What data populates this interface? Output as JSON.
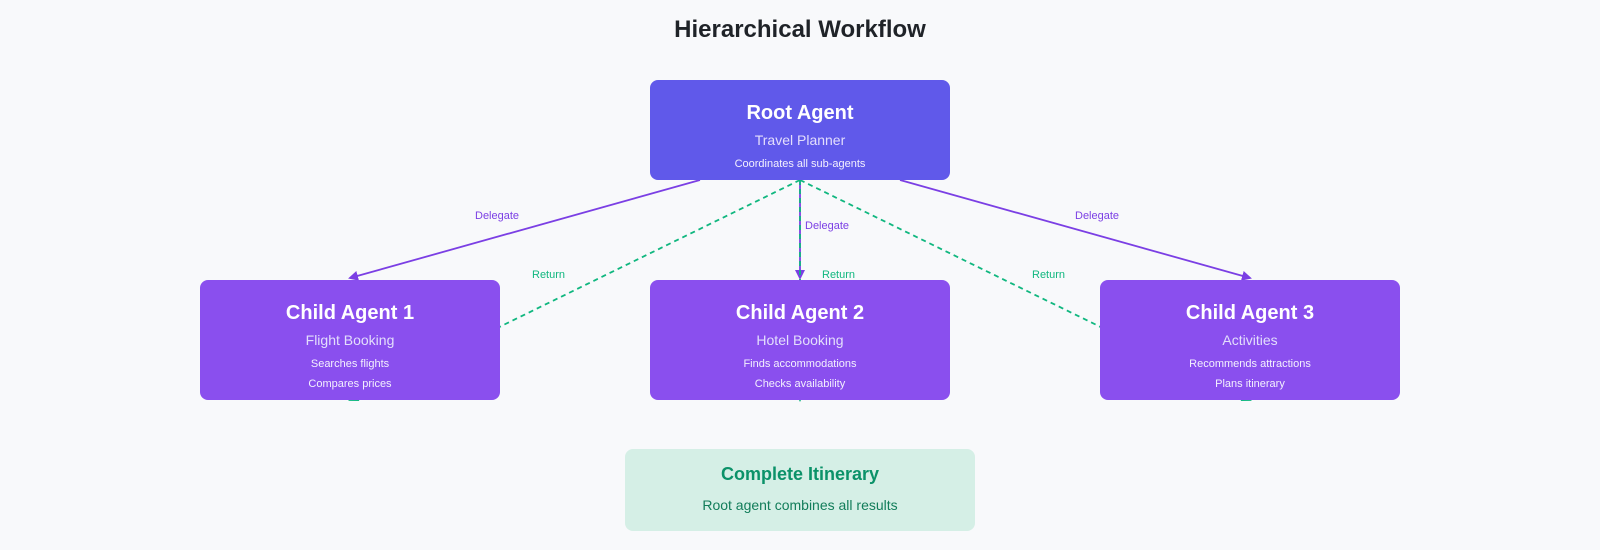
{
  "title": "Hierarchical Workflow",
  "root": {
    "name": "Root Agent",
    "role": "Travel Planner",
    "description": "Coordinates all sub-agents"
  },
  "children": [
    {
      "name": "Child Agent 1",
      "role": "Flight Booking",
      "tasks": [
        "Searches flights",
        "Compares prices"
      ]
    },
    {
      "name": "Child Agent 2",
      "role": "Hotel Booking",
      "tasks": [
        "Finds accommodations",
        "Checks availability"
      ]
    },
    {
      "name": "Child Agent 3",
      "role": "Activities",
      "tasks": [
        "Recommends attractions",
        "Plans itinerary"
      ]
    }
  ],
  "edges": {
    "delegate_label": "Delegate",
    "return_label": "Return"
  },
  "result": {
    "title": "Complete Itinerary",
    "subtitle": "Root agent combines all results"
  },
  "colors": {
    "root": "#6059ea",
    "child": "#8a4fee",
    "delegate": "#7b3fe4",
    "return": "#10b77f",
    "result_bg": "#d5efe6"
  }
}
